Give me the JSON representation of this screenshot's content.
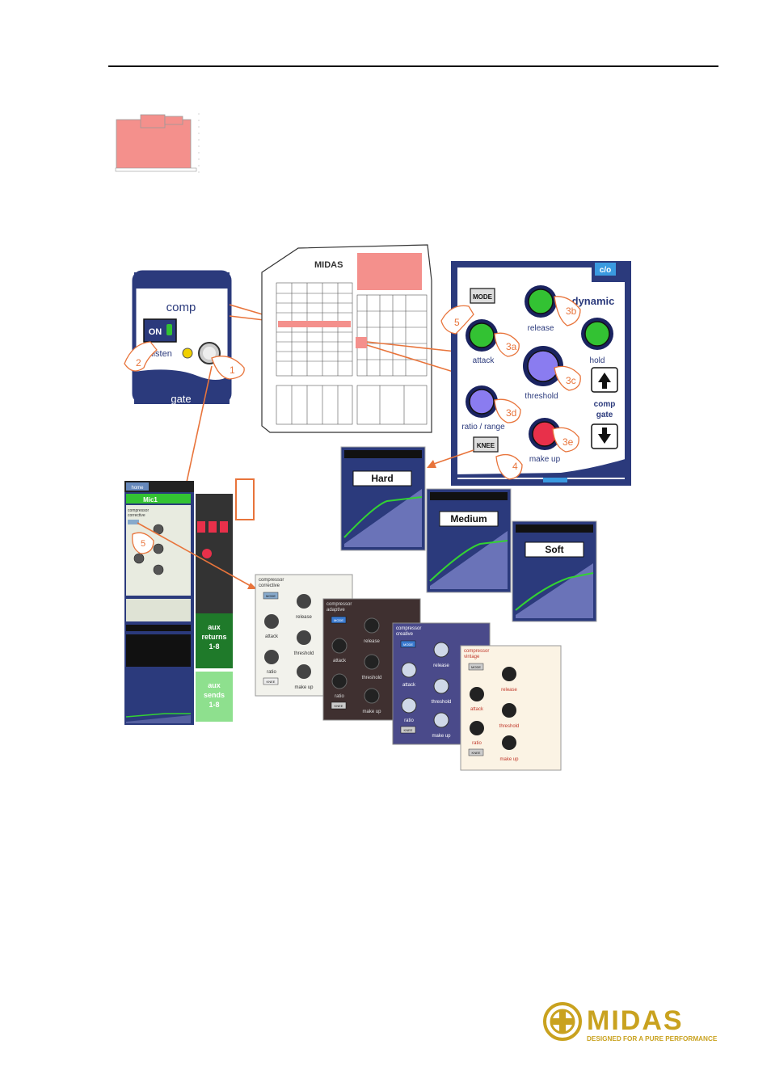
{
  "colors": {
    "navy": "#2b3a7c",
    "orange": "#e8743b",
    "salmon": "#f4908c",
    "green_knob": "#33c233",
    "purple_knob": "#8a7cf0",
    "red_knob": "#e8304a",
    "logo_gold": "#c9a21f"
  },
  "comp_panel": {
    "title": "comp",
    "on_label": "ON",
    "listen_label": "listen",
    "next_label": "gate",
    "callout_1": "1",
    "callout_2": "2"
  },
  "console": {
    "brand": "MIDAS"
  },
  "dyn_panel": {
    "mode_label": "MODE",
    "title": "dynamic",
    "co_label": "c/o",
    "release": "release",
    "hold": "hold",
    "attack": "attack",
    "threshold": "threshold",
    "ratio_range": "ratio / range",
    "make_up": "make up",
    "knee_label": "KNEE",
    "comp_gate_1": "comp",
    "comp_gate_2": "gate",
    "callouts": [
      "5",
      "3a",
      "3b",
      "3c",
      "3d",
      "3e",
      "4"
    ]
  },
  "knee_cards": [
    "Hard",
    "Medium",
    "Soft"
  ],
  "gui_strip": {
    "tab": "home",
    "channel": "Mic1",
    "comp_type_1": "compressor",
    "comp_type_2": "corrective",
    "aux_returns_1": "aux",
    "aux_returns_2": "returns",
    "aux_returns_3": "1-8",
    "aux_sends_1": "aux",
    "aux_sends_2": "sends",
    "aux_sends_3": "1-8",
    "callout": "5"
  },
  "modules": [
    {
      "line1": "compressor",
      "line2": "corrective",
      "attack": "attack",
      "release": "release",
      "ratio": "ratio",
      "threshold": "threshold",
      "make_up": "make up",
      "mode": "MODE",
      "knee": "KNEE"
    },
    {
      "line1": "compressor",
      "line2": "adaptive",
      "attack": "attack",
      "release": "release",
      "ratio": "ratio",
      "threshold": "threshold",
      "make_up": "make up",
      "mode": "MODE",
      "knee": "KNEE"
    },
    {
      "line1": "compressor",
      "line2": "creative",
      "attack": "attack",
      "release": "release",
      "ratio": "ratio",
      "threshold": "threshold",
      "make_up": "make up",
      "mode": "MODE",
      "knee": "KNEE"
    },
    {
      "line1": "compressor",
      "line2": "vintage",
      "attack": "attack",
      "release": "release",
      "ratio": "ratio",
      "threshold": "threshold",
      "make_up": "make up",
      "mode": "MODE",
      "knee": "KNEE"
    }
  ],
  "logo": {
    "brand": "MIDAS",
    "tagline": "DESIGNED FOR A PURE PERFORMANCE"
  }
}
